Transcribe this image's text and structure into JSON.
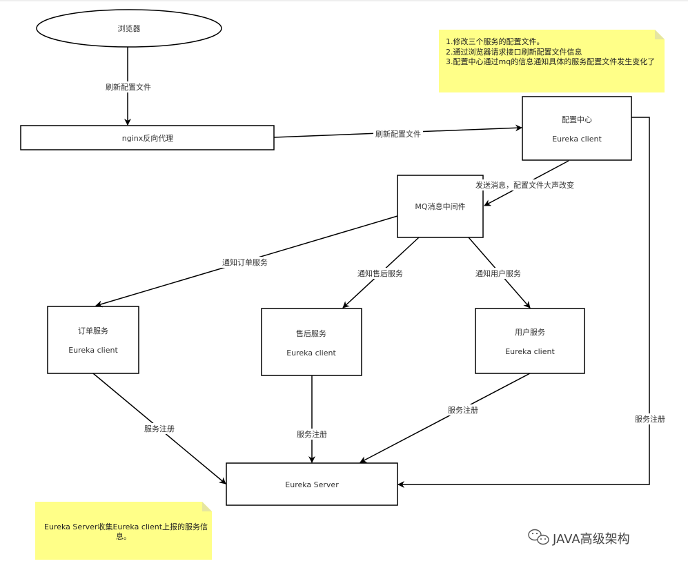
{
  "nodes": {
    "browser": {
      "label": "浏览器"
    },
    "nginx": {
      "label": "nginx反向代理"
    },
    "config_center": {
      "label": "配置中心",
      "sublabel": "Eureka client"
    },
    "mq": {
      "label": "MQ消息中间件"
    },
    "order_service": {
      "label": "订单服务",
      "sublabel": "Eureka client"
    },
    "aftersale_service": {
      "label": "售后服务",
      "sublabel": "Eureka client"
    },
    "user_service": {
      "label": "用户服务",
      "sublabel": "Eureka client"
    },
    "eureka_server": {
      "label": "Eureka Server"
    }
  },
  "edges": {
    "browser_to_nginx": "刷新配置文件",
    "nginx_to_config": "刷新配置文件",
    "config_to_mq": "发送消息，配置文件大声改变",
    "mq_to_order": "通知订单服务",
    "mq_to_aftersale": "通知售后服务",
    "mq_to_user": "通知用户服务",
    "order_to_eureka": "服务注册",
    "aftersale_to_eureka": "服务注册",
    "user_to_eureka": "服务注册",
    "config_to_eureka": "服务注册"
  },
  "notes": {
    "top_note": {
      "line1": "1.修改三个服务的配置文件。",
      "line2": "2.通过浏览器请求接口刷新配置文件信息",
      "line3": "3.配置中心通过mq的信息通知具体的服务配置文件发生变化了"
    },
    "bottom_note": {
      "line1": "Eureka Server收集Eureka client上报的服务信",
      "line2": "息。"
    }
  },
  "watermark": {
    "text": "JAVA高级架构",
    "icon": "wechat-icon"
  },
  "colors": {
    "note_fill": "#ffff88",
    "stroke": "#000000",
    "text": "#333333"
  }
}
